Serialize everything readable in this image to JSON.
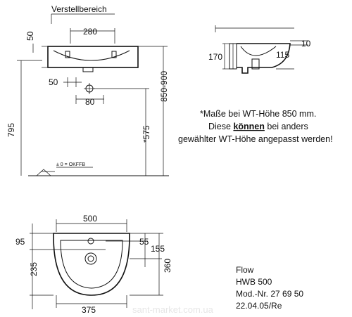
{
  "front_view": {
    "label_verstellbereich": "Verstellbereich",
    "dim_280": "280",
    "dim_50_top": "50",
    "dim_50_side": "50",
    "dim_80": "80",
    "dim_795": "795",
    "dim_850_900": "850-900",
    "dim_575": "*575",
    "floor_label": "± 0 = OKFFB"
  },
  "side_view": {
    "dim_170": "170",
    "dim_10": "10",
    "dim_115": "115"
  },
  "note": {
    "line1": "*Maße bei WT-Höhe 850 mm.",
    "line2_pre": "Diese ",
    "line2_bold": "können",
    "line2_post": " bei anders",
    "line3": "gewählter WT-Höhe angepasst werden!"
  },
  "top_view": {
    "dim_500": "500",
    "dim_95": "95",
    "dim_55": "55",
    "dim_155": "155",
    "dim_235": "235",
    "dim_360": "360",
    "dim_375": "375"
  },
  "product_info": {
    "line1": "Flow",
    "line2": "HWB 500",
    "line3": "Mod.-Nr. 27 69 50",
    "line4": "22.04.05/Re"
  },
  "watermark": "sant-market.com.ua"
}
